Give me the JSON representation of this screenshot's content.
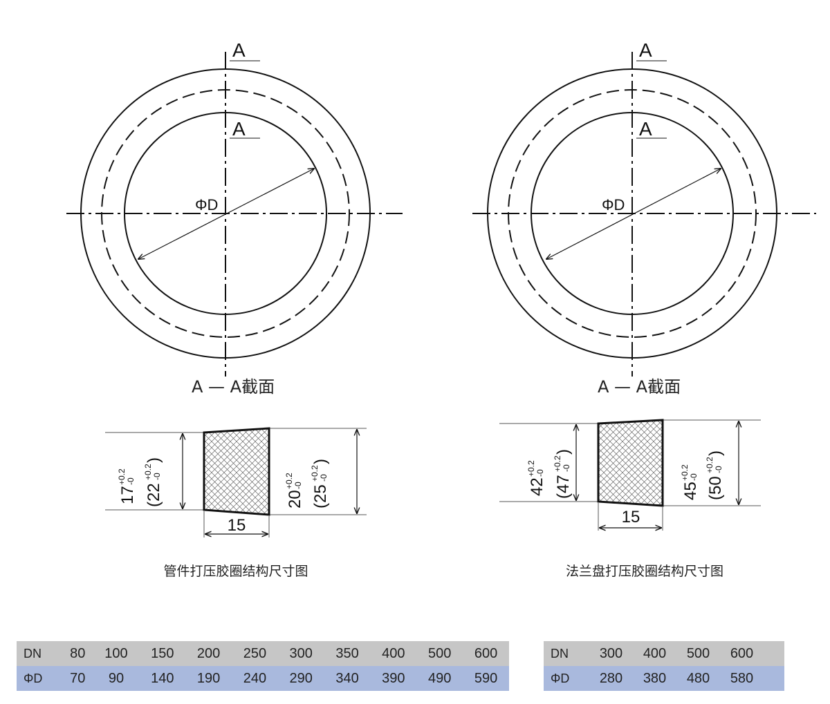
{
  "drawings": {
    "section_label": "A",
    "diameter_label": "ΦD",
    "section_caption": "A — A截面"
  },
  "profiles": {
    "pipe": {
      "left_dim": "17",
      "left_dim_alt": "22",
      "right_dim": "20",
      "right_dim_alt": "25",
      "width": "15",
      "tol_plus": "+0.2",
      "tol_minus": "-0",
      "caption": "管件打压胶圈结构尺寸图"
    },
    "flange": {
      "left_dim": "42",
      "left_dim_alt": "47",
      "right_dim": "45",
      "right_dim_alt": "50",
      "width": "15",
      "tol_plus": "+0.2",
      "tol_minus": "-0",
      "caption": "法兰盘打压胶圈结构尺寸图"
    }
  },
  "tables": {
    "pipe": {
      "dn_header": "DN",
      "phid_header": "ΦD",
      "dn": [
        "80",
        "100",
        "150",
        "200",
        "250",
        "300",
        "350",
        "400",
        "500",
        "600"
      ],
      "phid": [
        "70",
        "90",
        "140",
        "190",
        "240",
        "290",
        "340",
        "390",
        "490",
        "590"
      ]
    },
    "flange": {
      "dn_header": "DN",
      "phid_header": "ΦD",
      "dn": [
        "300",
        "400",
        "500",
        "600"
      ],
      "phid": [
        "280",
        "380",
        "480",
        "580"
      ]
    }
  },
  "colors": {
    "dn_row": "#c6c6c6",
    "phid_row": "#a9b9dd",
    "line": "#111111"
  }
}
